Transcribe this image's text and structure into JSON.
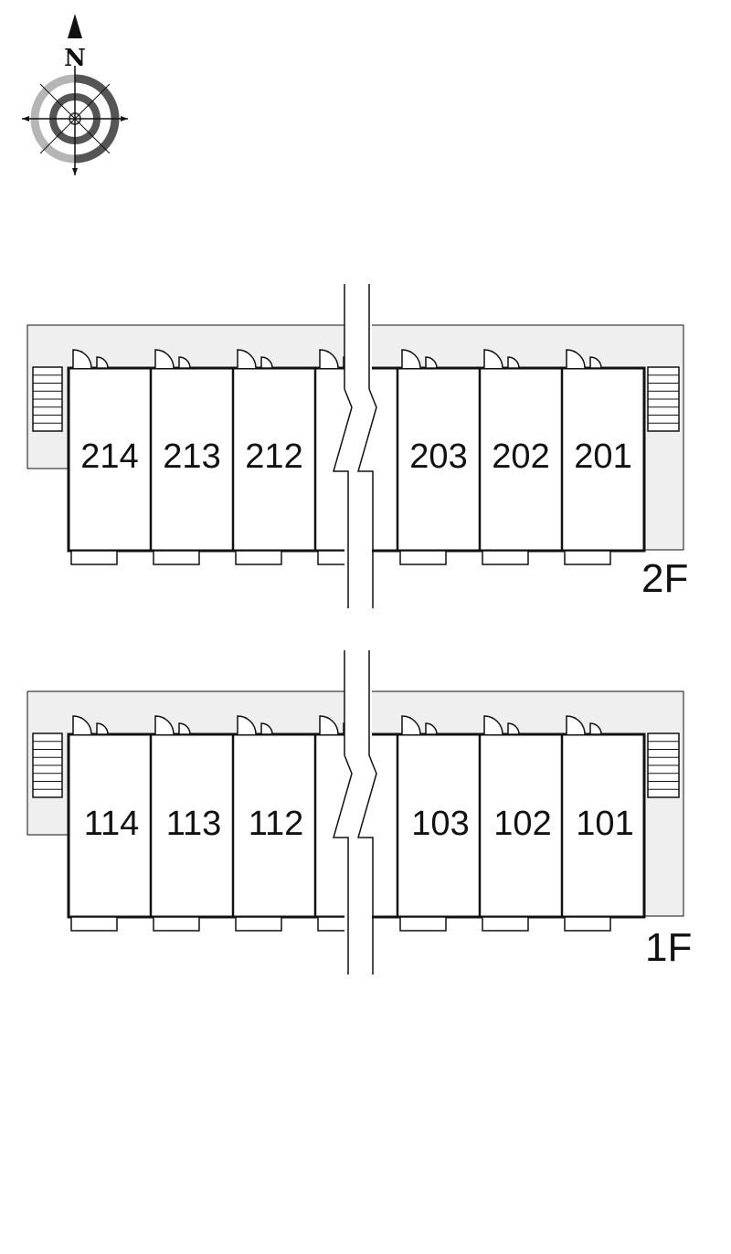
{
  "compass": {
    "north_label": "N",
    "icon": "compass-rose-icon"
  },
  "floors": [
    {
      "id": "2F",
      "label": "2F",
      "units_left": [
        "214",
        "213",
        "212"
      ],
      "units_right": [
        "203",
        "202",
        "201"
      ]
    },
    {
      "id": "1F",
      "label": "1F",
      "units_left": [
        "114",
        "113",
        "112"
      ],
      "units_right": [
        "103",
        "102",
        "101"
      ]
    }
  ],
  "colors": {
    "walkway": "#efefef",
    "wall": "#111111",
    "compass_dark": "#555555",
    "compass_light": "#b5b5b5"
  }
}
